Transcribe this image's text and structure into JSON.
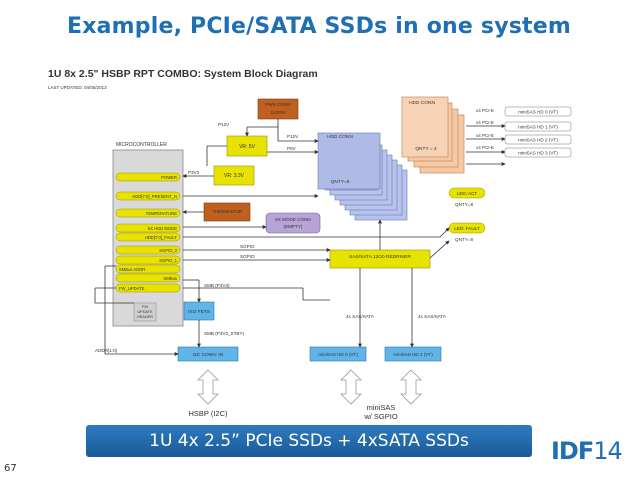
{
  "slide": {
    "title": "Example, PCIe/SATA SSDs in one system",
    "caption": "1U 4x 2.5” PCIe SSDs + 4xSATA SSDs",
    "page_number": "67",
    "logo_text": "IDF",
    "logo_number": "14"
  },
  "diagram": {
    "title": "1U 8x 2.5\" HSBP RPT COMBO: System Block Diagram",
    "updated": "LAST UPDATED: 04/05/2013",
    "blocks": {
      "microcontroller": "MICROCONTROLLER",
      "pwr_conn_1": "PWR CONN",
      "pwr_conn_2": "2x2PIN",
      "vr5": "VR: 5V",
      "vr33": "VR: 3.3V",
      "thermistor": "THERMISTOR",
      "mode_conn_1": "6X MODE CONN",
      "mode_conn_2": "(EMPTY)",
      "hdd_conn_mid": "HDD CONN",
      "hdd_conn_mid_qnty": "QNTY=8",
      "hdd_conn_right": "HDD CONN",
      "hdd_conn_right_qnty": "QNTY = 4",
      "redriver": "SAS/SATA 12Gb REDRIVER",
      "iso_fets": "ISO FETS",
      "i2c_conn": "I2C CONN: IN",
      "minisas_0": "miniSAS HD 0 (VT)",
      "minisas_1": "miniSAS HD 1 (VT)",
      "fw_header_1": "FW",
      "fw_header_2": "UPDATE",
      "fw_header_3": "HEADER"
    },
    "mc_signals": [
      "POWER",
      "HDD[7:0]_PRESENT_N",
      "TEMPERATURE",
      "6X HDD MODE",
      "HDD[7:0]_FAULT",
      "SGPIO_0",
      "SGPIO_1",
      "SMBus ADDR",
      "SMBus",
      "FW_UPDATE"
    ],
    "rails": {
      "p12v_a": "P12V",
      "p12v_b": "P12V",
      "p5v": "P5V",
      "p3v3": "P3V3"
    },
    "wire_labels": {
      "sgpio_a": "SGPIO",
      "sgpio_b": "SGPIO",
      "smb_p3v3": "SMB (P3V3)",
      "smb_p3v3_stby": "SMB (P3V3_STBY)",
      "addr": "ADDR[1:0]",
      "sas_a": "4x SAS/SATA",
      "sas_b": "4x SAS/SATA"
    },
    "pcie_lanes": [
      "x4 PCI-E",
      "x4 PCI-E",
      "x4 PCI-E",
      "x4 PCI-E"
    ],
    "minisas_right": [
      "miniSAS HD 0 (VT)",
      "miniSAS HD 1 (VT)",
      "miniSAS HD 2 (VT)",
      "miniSAS HD 3 (VT)"
    ],
    "leds": {
      "act": "LED: ACT",
      "act_qnty": "QNTY=8",
      "fault": "LED: FAULT",
      "fault_qnty": "QNTY=8"
    },
    "bottom_labels": {
      "hsbp": "HSBP (I2C)",
      "minisas_1": "miniSAS",
      "minisas_2": "w/ SGPIO"
    }
  }
}
